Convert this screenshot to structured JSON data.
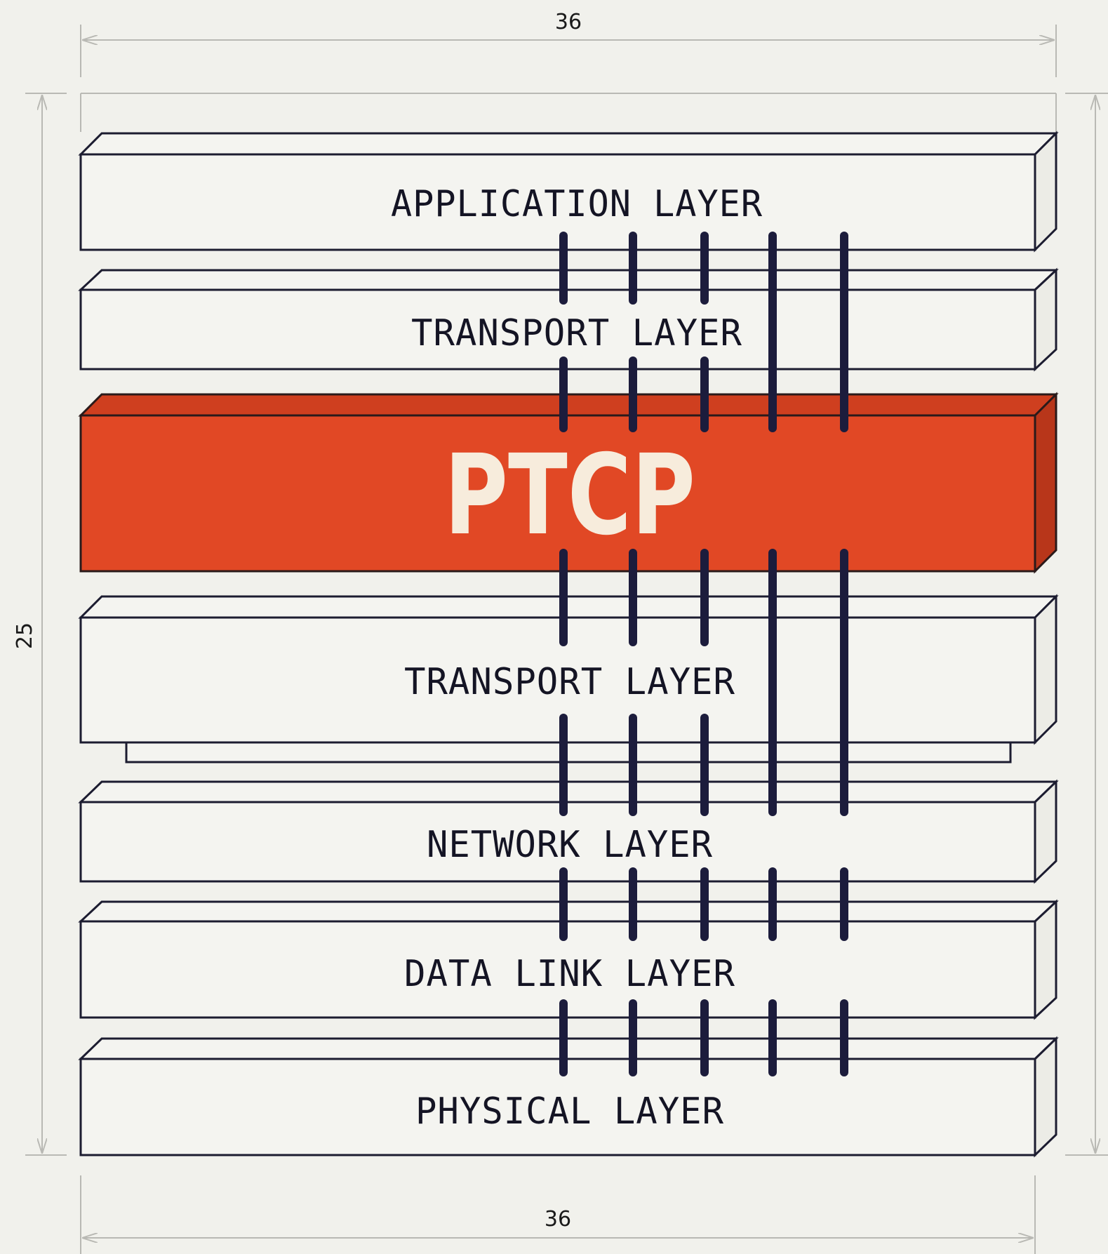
{
  "dimensions": {
    "top_width": "36",
    "left_height": "25",
    "bottom_width": "36"
  },
  "layers": {
    "application": "APPLICATION LAYER",
    "transport_upper": "TRANSPORT LAYER",
    "ptcp": "PTCP",
    "transport_lower": "TRANSPORT LAYER",
    "network": "NETWORK LAYER",
    "data_link": "DATA LINK LAYER",
    "physical": "PHYSICAL LAYER"
  },
  "colors": {
    "background": "#f1f1ec",
    "ptcp_fill": "#e14825",
    "ptcp_text": "#f7ecdc",
    "outline": "#1c1c30",
    "connector": "#1c1c3c"
  }
}
